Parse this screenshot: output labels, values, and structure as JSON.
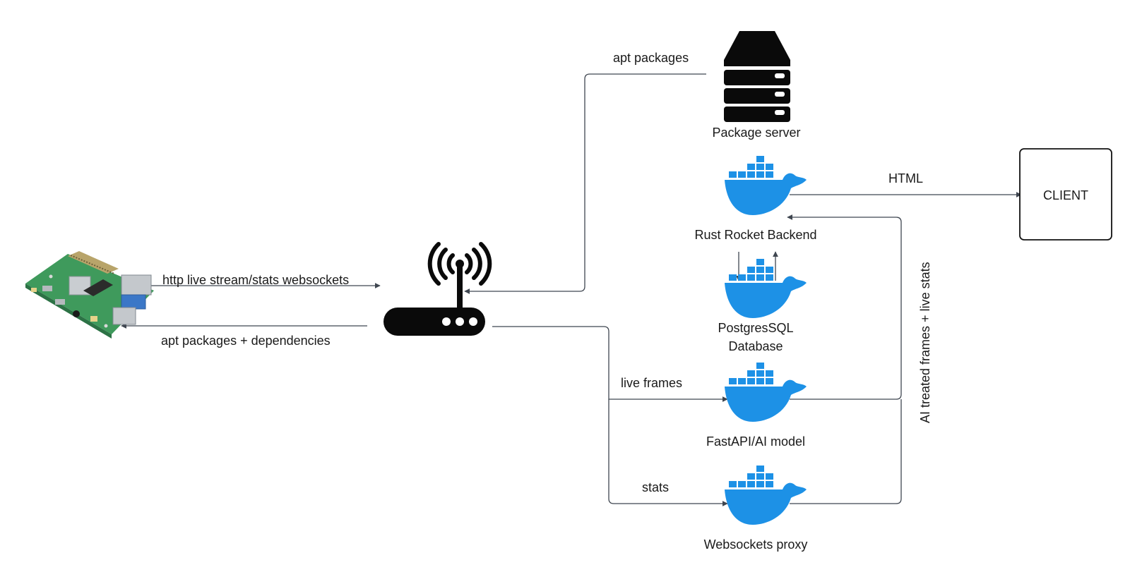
{
  "nodes": {
    "package_server": {
      "label": "Package server",
      "icon": "server-icon"
    },
    "rust_backend": {
      "label": "Rust Rocket Backend",
      "icon": "docker-icon"
    },
    "postgres": {
      "label_line1": "PostgresSQL",
      "label_line2": "Database",
      "icon": "docker-icon"
    },
    "fastapi": {
      "label": "FastAPI/AI model",
      "icon": "docker-icon"
    },
    "ws_proxy": {
      "label": "Websockets proxy",
      "icon": "docker-icon"
    },
    "client": {
      "label": "CLIENT"
    },
    "raspberry_pi": {
      "icon": "raspberry-pi-board-icon"
    },
    "router": {
      "icon": "wifi-router-icon"
    }
  },
  "edges": {
    "apt_packages": "apt packages",
    "http_stream": "http live stream/stats websockets",
    "apt_deps": "apt packages + dependencies",
    "html": "HTML",
    "live_frames": "live frames",
    "stats": "stats",
    "ai_frames": "AI treated frames + live stats"
  },
  "colors": {
    "docker_blue": "#1d91e6",
    "line": "#3f4650",
    "pcb_green": "#3f9a5c",
    "icon_black": "#0a0a0a"
  }
}
